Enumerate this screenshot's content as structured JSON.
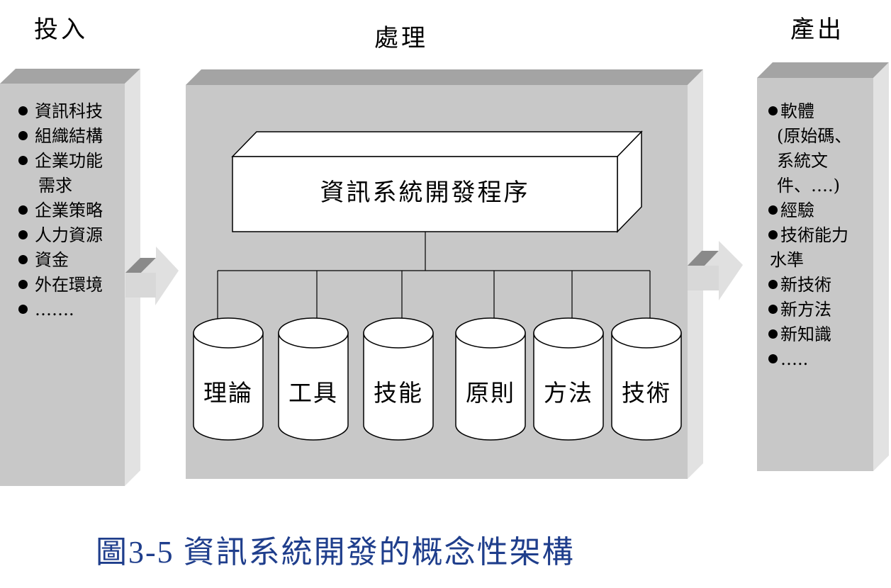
{
  "headers": {
    "input": "投入",
    "process": "處理",
    "output": "產出"
  },
  "input_items": [
    "資訊科技",
    "組織結構",
    "企業功能",
    "需求",
    "企業策略",
    "人力資源",
    "資金",
    "外在環境",
    "……."
  ],
  "process_title": "資訊系統開發程序",
  "components": [
    "理論",
    "工具",
    "技能",
    "原則",
    "方法",
    "技術"
  ],
  "output_items": [
    "軟體",
    "(原始碼、",
    "系統文",
    "件、….)",
    "經驗",
    "技術能力",
    "水準",
    "新技術",
    "新方法",
    "新知識",
    "….."
  ],
  "caption": "圖3-5  資訊系統開發的概念性架構",
  "colors": {
    "panel_front": "#c8c8c8",
    "panel_top": "#a4a4a4",
    "panel_side": "#e2e2e2",
    "caption": "#1f3e8c"
  }
}
